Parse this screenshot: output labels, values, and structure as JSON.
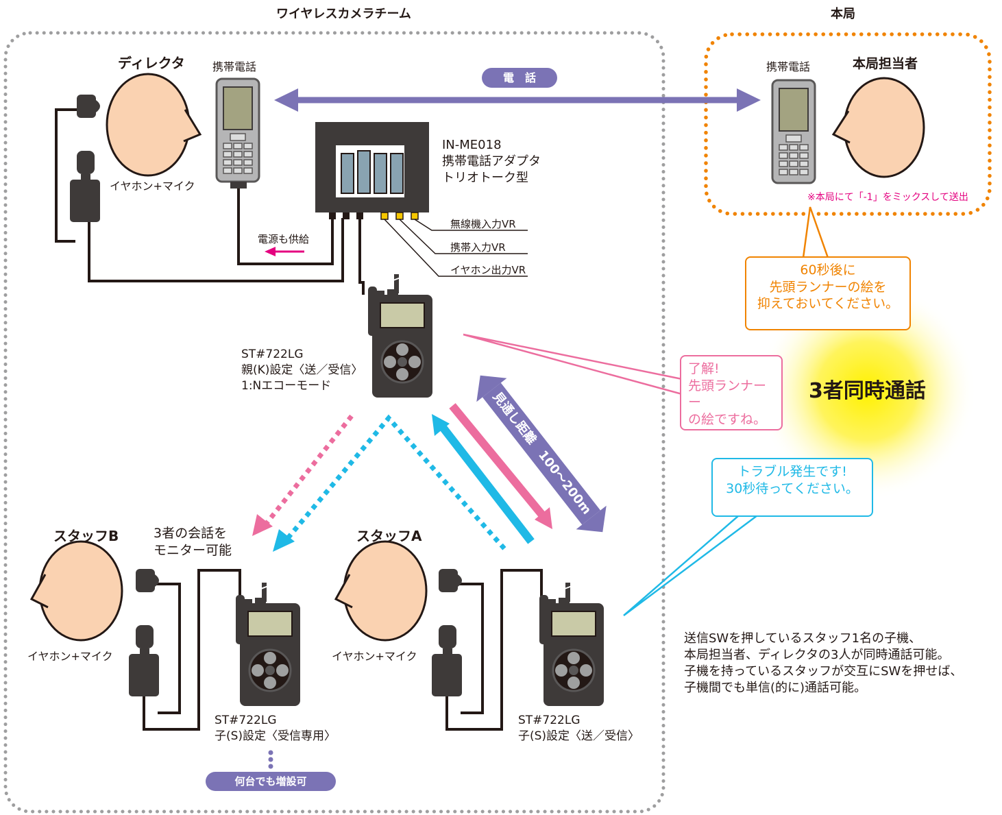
{
  "groups": {
    "team_title": "ワイヤレスカメラチーム",
    "hq_title": "本局"
  },
  "labels": {
    "director": "ディレクタ",
    "phone_left": "携帯電話",
    "phone_right": "携帯電話",
    "hq_person": "本局担当者",
    "earphone_director": "イヤホン+マイク",
    "earphone_b": "イヤホン+マイク",
    "earphone_a": "イヤホン+マイク",
    "adapter_lines": [
      "IN-ME018",
      "携帯電話アダプタ",
      "トリオトーク型"
    ],
    "vr_wireless": "無線機入力VR",
    "vr_phone": "携帯入力VR",
    "vr_earphone": "イヤホン出力VR",
    "power": "電源も供給",
    "hq_note": "※本局にて「-1」をミックスして送出",
    "parent_lines": [
      "ST#722LG",
      "親(K)設定〈送／受信〉",
      "1:Nエコーモード"
    ],
    "staff_b": "スタッフB",
    "staff_a": "スタッフA",
    "monitor_lines": [
      "3者の会話を",
      "モニター可能"
    ],
    "child_b_lines": [
      "ST#722LG",
      "子(S)設定〈受信専用〉"
    ],
    "child_a_lines": [
      "ST#722LG",
      "子(S)設定〈送／受信〉"
    ],
    "distance": "見通し距離　100〜200m",
    "simultaneous": "3者同時通話",
    "summary_lines": [
      "送信SWを押しているスタッフ1名の子機、",
      "本局担当者、ディレクタの3人が同時通話可能。",
      "子機を持っているスタッフが交互にSWを押せば、",
      "子機間でも単信(的に)通話可能。"
    ]
  },
  "pills": {
    "phone_call": "電　話",
    "expandable": "何台でも増設可"
  },
  "bubbles": {
    "hq_message": [
      "60秒後に",
      "先頭ランナーの絵を",
      "抑えておいてください。"
    ],
    "director_reply": [
      "了解!",
      "先頭ランナーー",
      "の絵ですね。"
    ],
    "staff_trouble": [
      "トラブル発生です!",
      "30秒待ってください。"
    ]
  },
  "colors": {
    "team_border": "#9e9e9f",
    "hq_border": "#f08300",
    "call_arrow": "#7b73b5",
    "pink": "#ec6d9e",
    "cyan": "#1fb9e6",
    "skin": "#fad2b1",
    "magenta": "#e4007f"
  }
}
